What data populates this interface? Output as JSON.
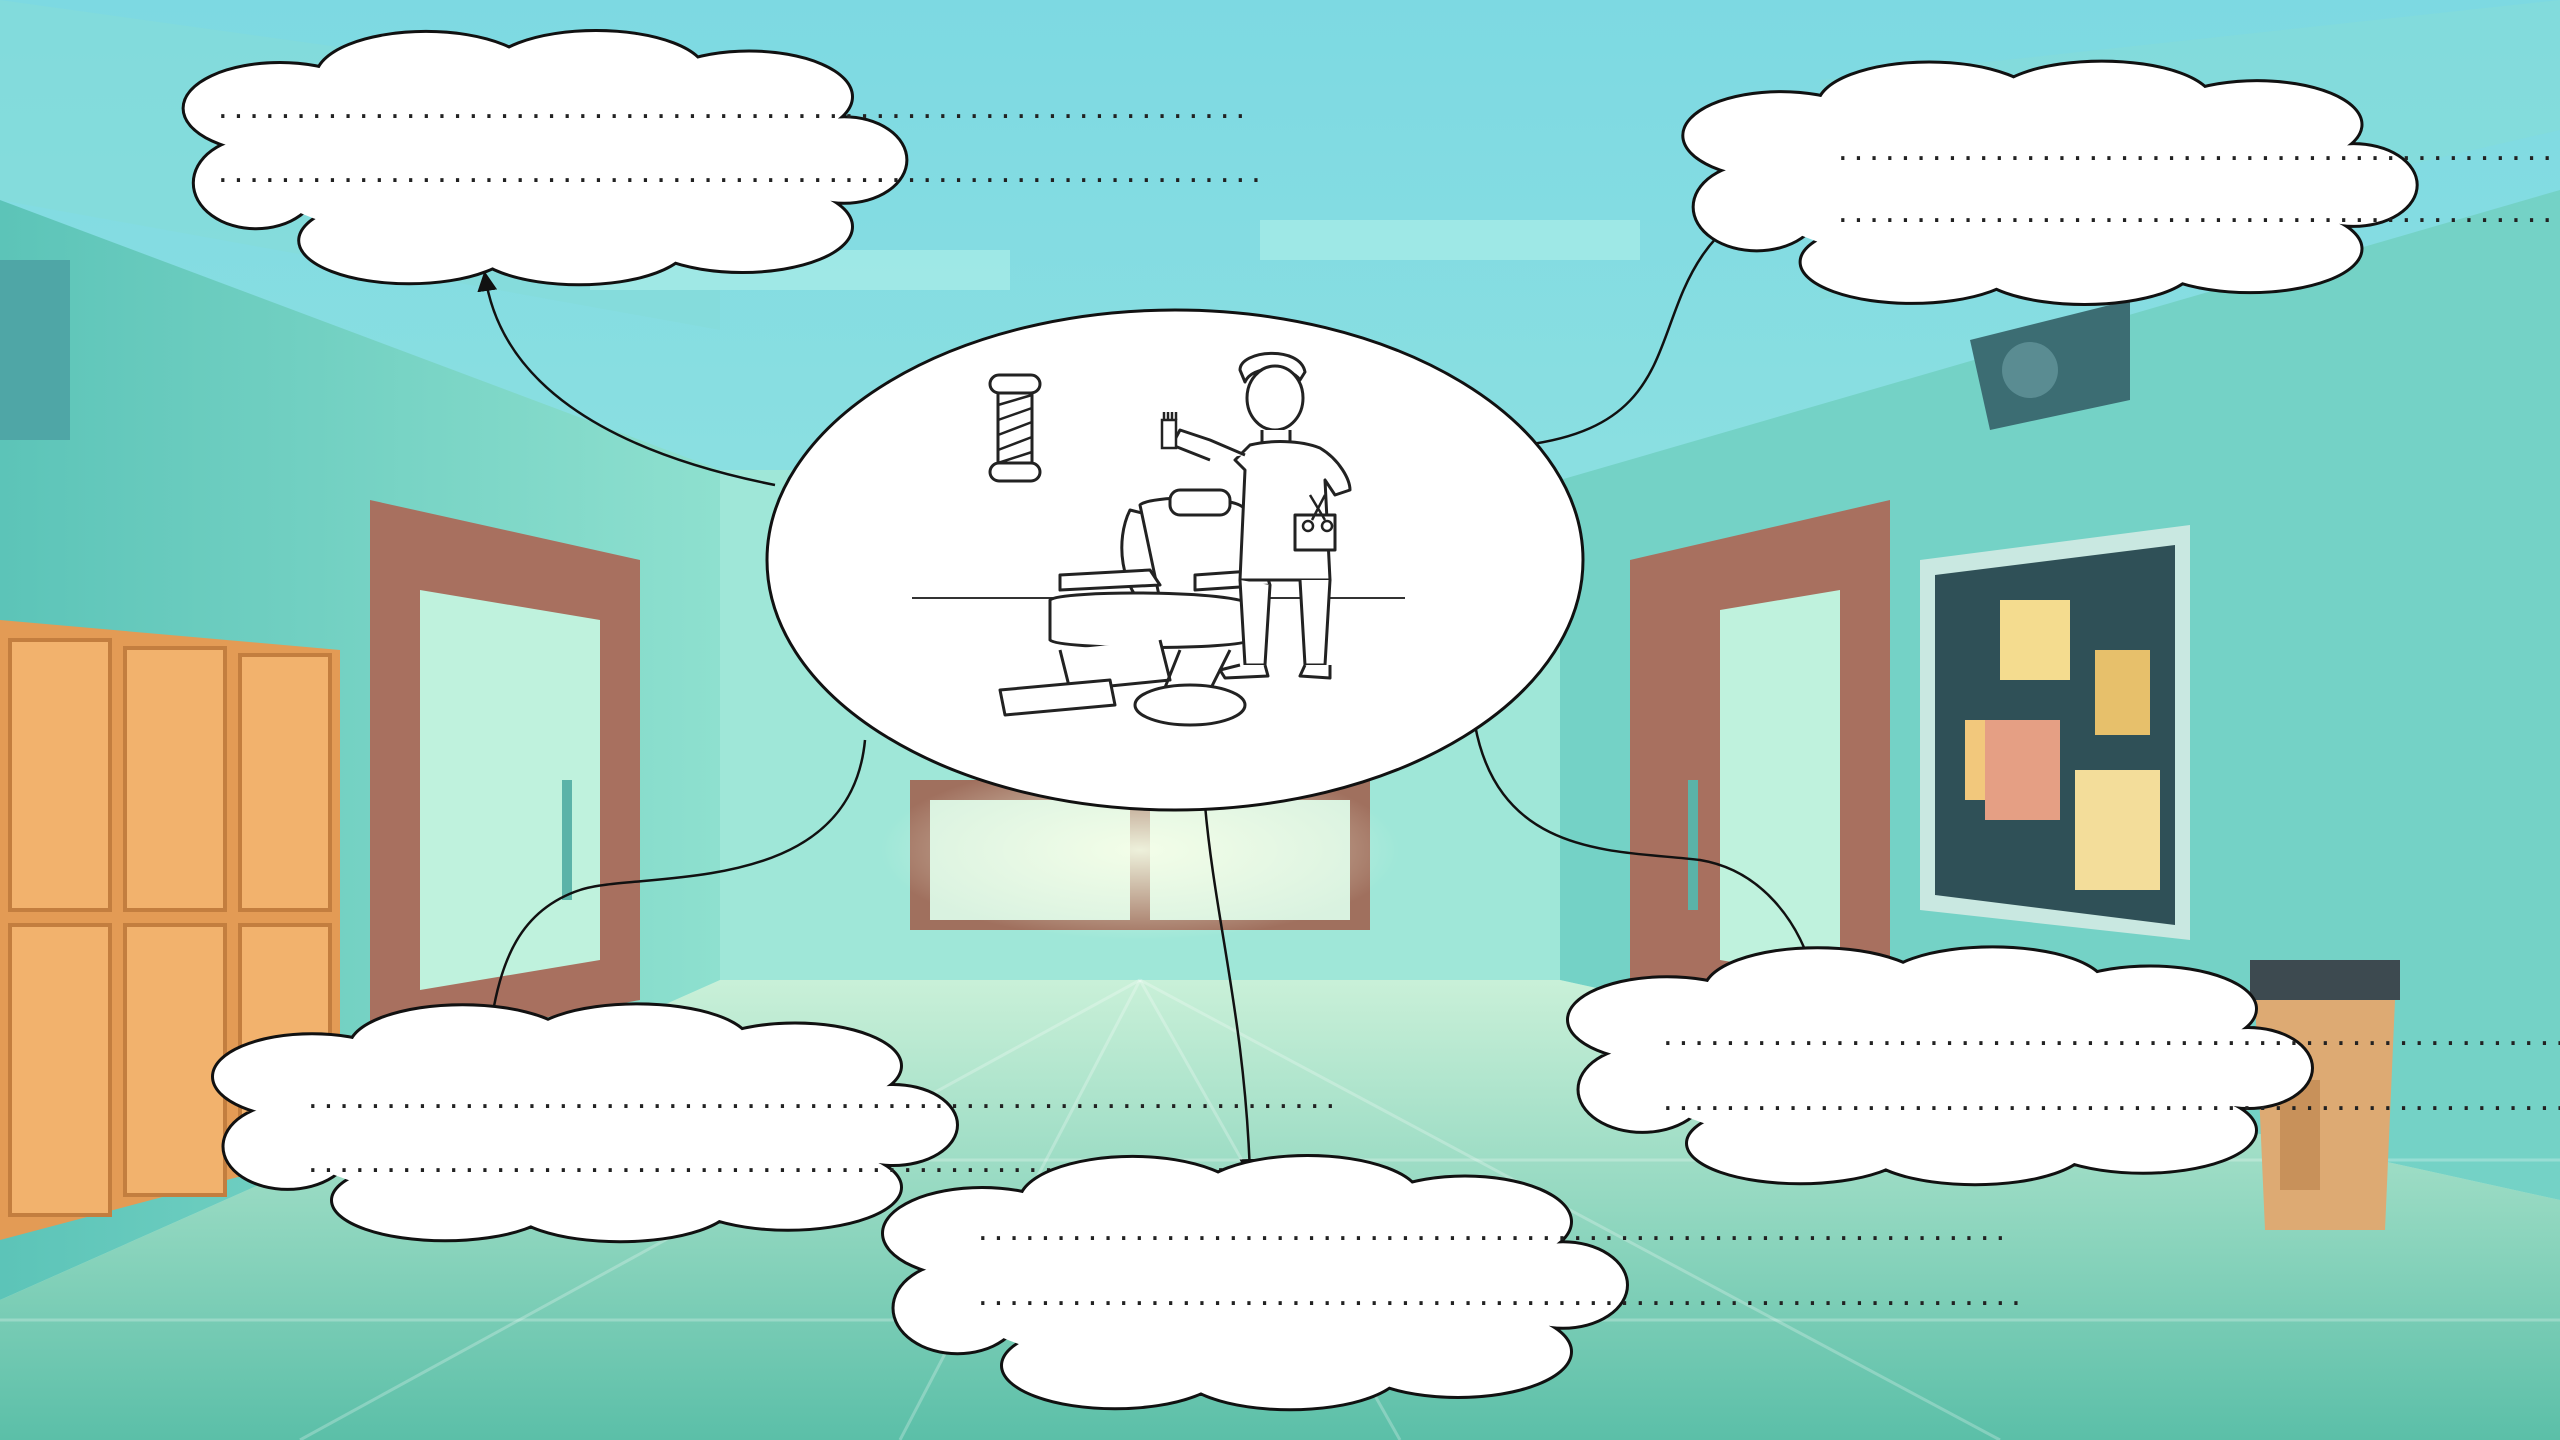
{
  "clouds": [
    {
      "id": "top-left",
      "lines": [
        "..................................................................",
        "..................................................................."
      ]
    },
    {
      "id": "top-right",
      "lines": [
        "..................................................................",
        "...................................................................."
      ]
    },
    {
      "id": "bottom-left",
      "lines": [
        "..................................................................",
        "..................................................................."
      ]
    },
    {
      "id": "bottom-center",
      "lines": [
        "..................................................................",
        "..................................................................."
      ]
    },
    {
      "id": "bottom-right",
      "lines": [
        "..................................................................",
        "..................................................................."
      ]
    }
  ],
  "center": {
    "subject": "barber-with-chair-and-pole"
  },
  "icons": [
    "barber-pole-icon",
    "barber-chair-icon",
    "barber-figure-icon",
    "comb-icon",
    "scissors-icon"
  ],
  "colors": {
    "wall": "#7fd6cf",
    "ceiling": "#8fe0dc",
    "floor": "#6ccbb3",
    "locker": "#e9a15c",
    "door": "#a86f5e",
    "board": "#2f4f55",
    "outline": "#111111"
  }
}
